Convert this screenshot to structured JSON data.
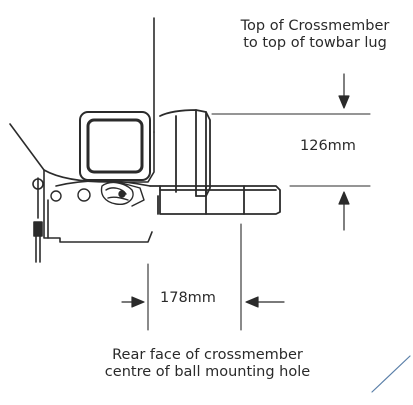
{
  "labels": {
    "top_line1": "Top of Crossmember",
    "top_line2": "to top of towbar lug",
    "vertical_dimension": "126mm",
    "horizontal_dimension": "178mm",
    "bottom_line1": "Rear face of crossmember",
    "bottom_line2": "centre of ball mounting hole"
  }
}
